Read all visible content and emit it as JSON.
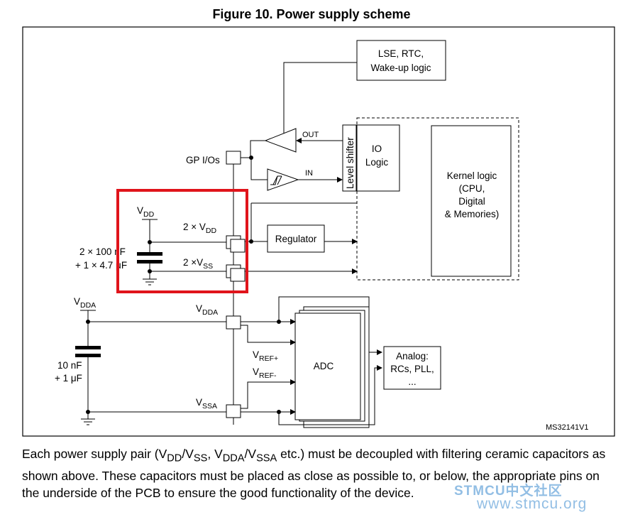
{
  "figure": {
    "title": "Figure 10. Power supply scheme",
    "code": "MS32141V1"
  },
  "blocks": {
    "lse_line1": "LSE, RTC,",
    "lse_line2": "Wake-up logic",
    "level_shifter": "Level shifter",
    "io_line1": "IO",
    "io_line2": "Logic",
    "kernel_line1": "Kernel logic",
    "kernel_line2": "(CPU,",
    "kernel_line3": "Digital",
    "kernel_line4": "& Memories)",
    "regulator": "Regulator",
    "adc": "ADC",
    "analog_line1": "Analog:",
    "analog_line2": "RCs, PLL,",
    "analog_line3": "..."
  },
  "labels": {
    "out": "OUT",
    "in": "IN",
    "gpio": "GP I/Os",
    "vdd_main": "V",
    "vdd_main_sub": "DD",
    "vdd_pins": "2 × V",
    "vdd_pins_sub": "DD",
    "vss_pins": "2 ×V",
    "vss_pins_sub": "SS",
    "cap1_line1": "2 × 100 nF",
    "cap1_line2": "+ 1 × 4.7 μF",
    "vdda_main": "V",
    "vdda_main_sub": "DDA",
    "vdda_pin": "V",
    "vdda_pin_sub": "DDA",
    "vref_plus": "V",
    "vref_plus_sub": "REF+",
    "vref_minus": "V",
    "vref_minus_sub": "REF-",
    "vssa_pin": "V",
    "vssa_pin_sub": "SSA",
    "cap2_line1": "10 nF",
    "cap2_line2": "+ 1 μF"
  },
  "caption": {
    "t1": "Each power supply pair (V",
    "s1": "DD",
    "t2": "/V",
    "s2": "SS",
    "t3": ", V",
    "s3": "DDA",
    "t4": "/V",
    "s4": "SSA",
    "t5": " etc.) must be decoupled with filtering ceramic capacitors as shown above. These capacitors must be placed as close as possible to, or below, the appropriate pins on the underside of the PCB to ensure the good functionality of the device."
  },
  "watermark": {
    "line1": "STMCU中文社区",
    "line2": "www.stmcu.org"
  },
  "colors": {
    "highlight": "#e0141b",
    "watermark": "#7fb3e0"
  }
}
